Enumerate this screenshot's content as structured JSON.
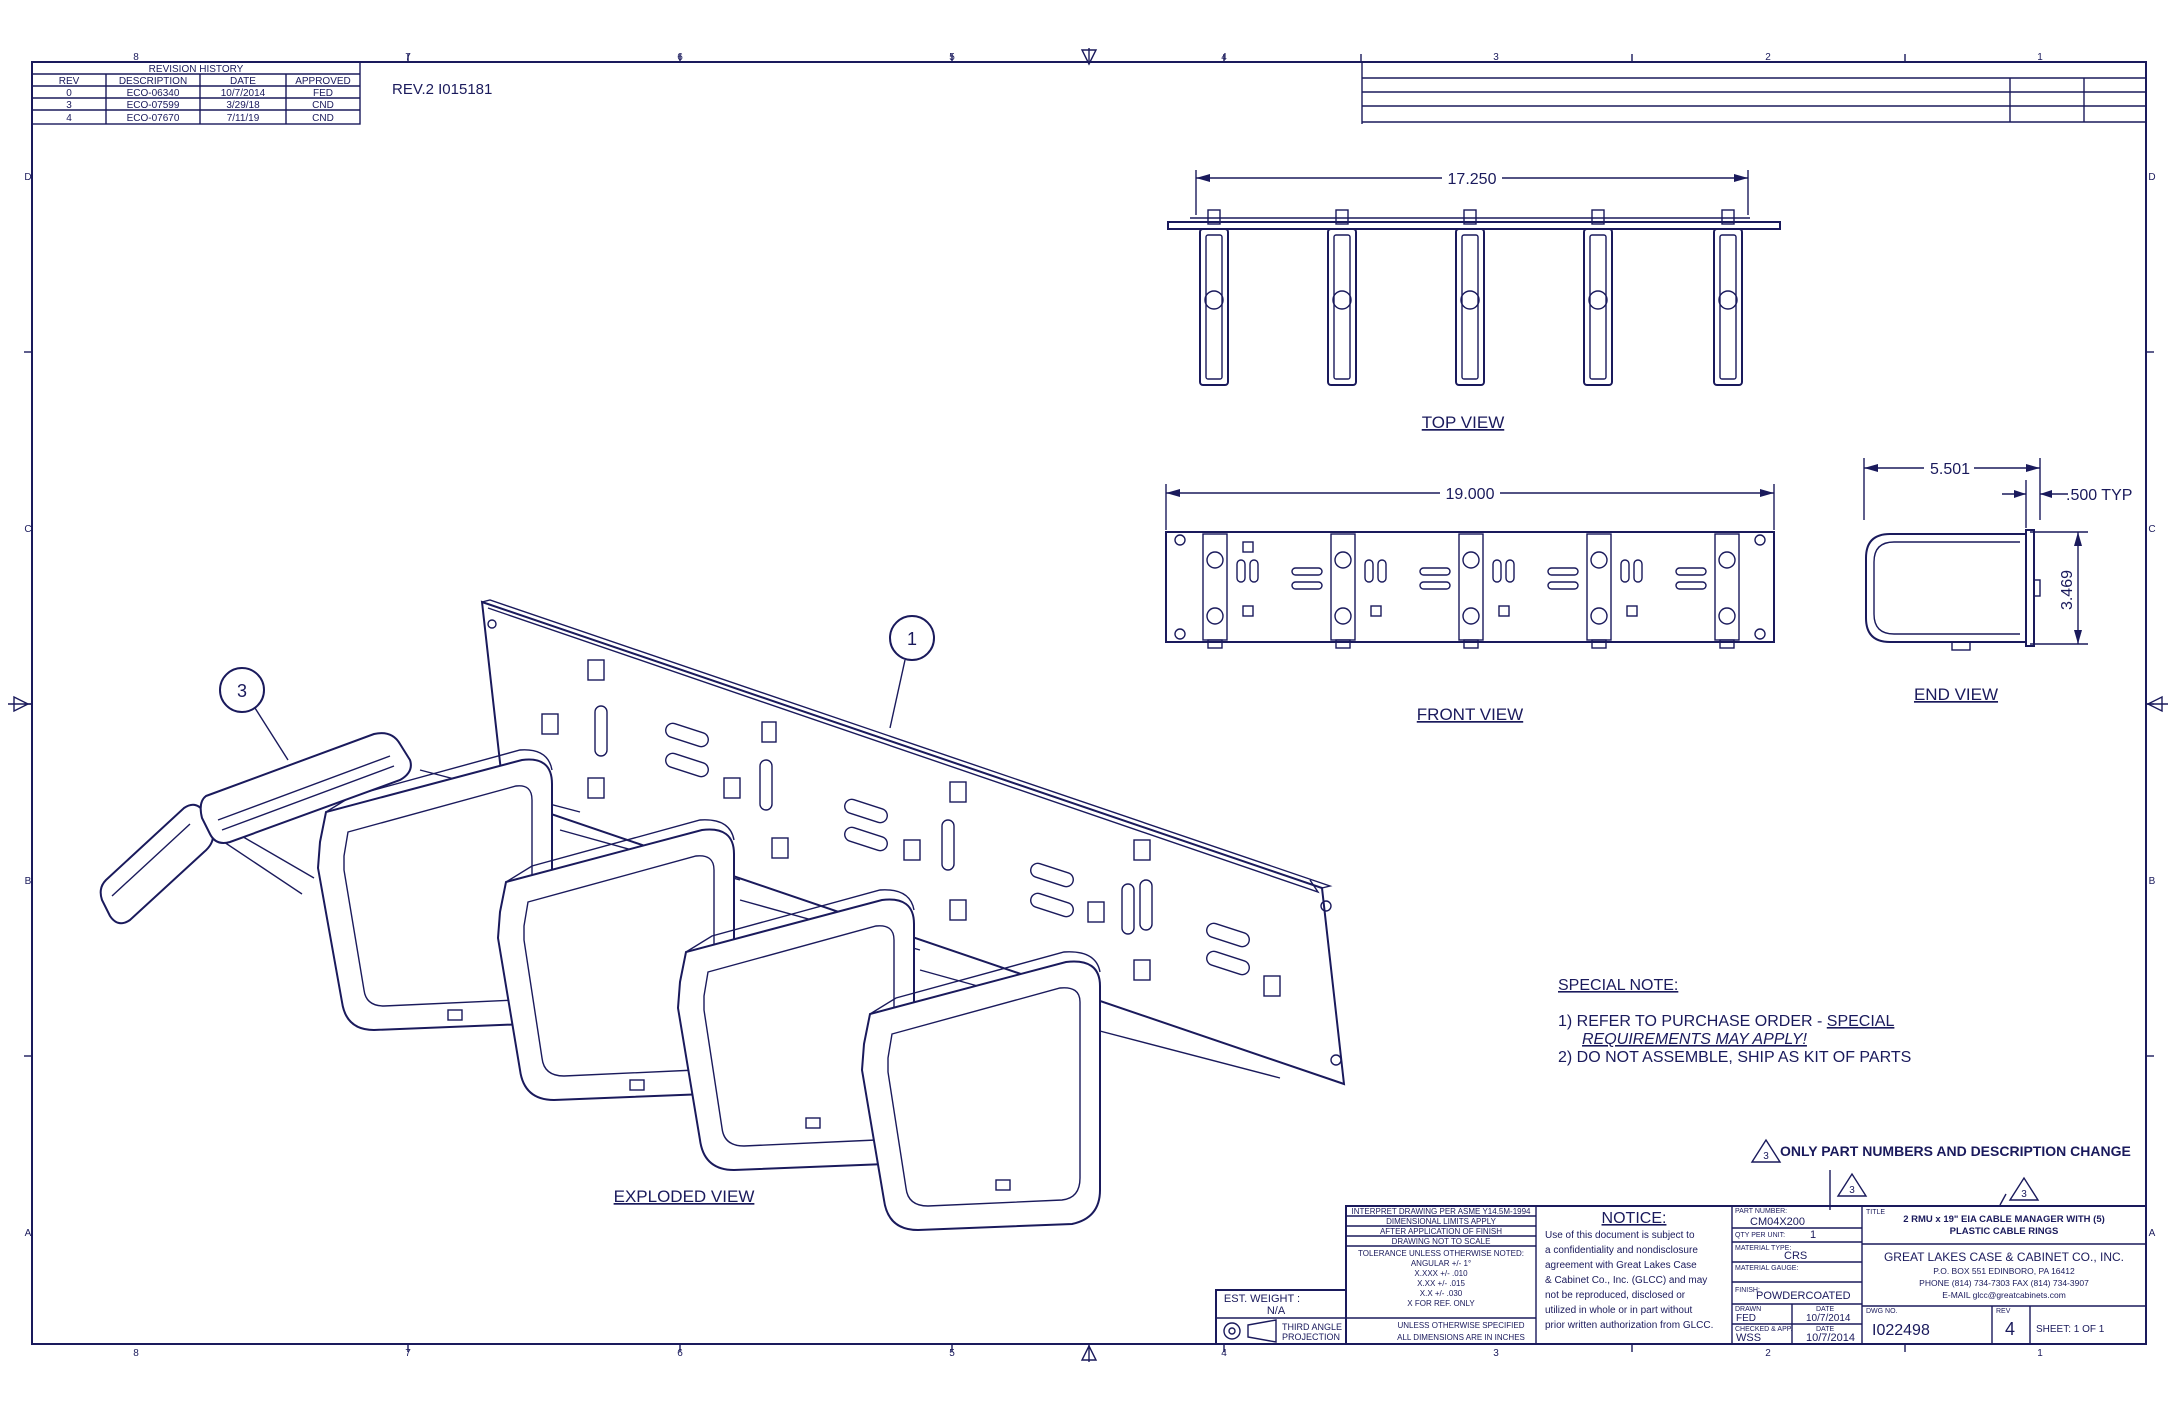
{
  "border": {
    "columns": [
      "8",
      "7",
      "6",
      "5",
      "4",
      "3",
      "2",
      "1"
    ],
    "rows": [
      "D",
      "C",
      "B",
      "A"
    ]
  },
  "revision_history": {
    "title": "REVISION HISTORY",
    "headers": [
      "REV",
      "DESCRIPTION",
      "DATE",
      "APPROVED"
    ],
    "rows": [
      [
        "0",
        "ECO-06340",
        "10/7/2014",
        "FED"
      ],
      [
        "3",
        "ECO-07599",
        "3/29/18",
        "CND"
      ],
      [
        "4",
        "ECO-07670",
        "7/11/19",
        "CND"
      ]
    ]
  },
  "rev_note": "REV.2  I015181",
  "views": {
    "top": "TOP VIEW",
    "front": "FRONT VIEW",
    "end": "END VIEW",
    "exploded": "EXPLODED VIEW"
  },
  "dimensions": {
    "top_width": "17.250",
    "front_width": "19.000",
    "end_width": "5.501",
    "end_typ": ".500 TYP",
    "end_height": "3.469"
  },
  "balloons": [
    "1",
    "3"
  ],
  "special_note": {
    "title": "SPECIAL NOTE:",
    "line1a": "1)  REFER TO PURCHASE ORDER - ",
    "line1b": "SPECIAL",
    "line1c": "REQUIREMENTS MAY APPLY!",
    "line2": "2)  DO NOT ASSEMBLE, SHIP AS KIT OF PARTS"
  },
  "change_note": {
    "delta": "3",
    "text": "ONLY PART NUMBERS AND DESCRIPTION CHANGE"
  },
  "title_block": {
    "interpret": [
      "INTERPRET DRAWING PER ASME Y14.5M-1994",
      "DIMENSIONAL LIMITS APPLY",
      "AFTER APPLICATION OF FINISH",
      "DRAWING NOT TO SCALE",
      "TOLERANCE UNLESS OTHERWISE NOTED:",
      "ANGULAR +/- 1°",
      "X.XXX +/- .010",
      "X.XX +/- .015",
      "X.X +/- .030",
      "X FOR REF. ONLY"
    ],
    "units": [
      "UNLESS OTHERWISE SPECIFIED",
      "ALL DIMENSIONS ARE IN INCHES"
    ],
    "est_weight_label": "EST. WEIGHT :",
    "est_weight_value": "N/A",
    "projection": [
      "THIRD ANGLE",
      "PROJECTION"
    ],
    "notice_title": "NOTICE:",
    "notice_lines": [
      "Use of this document is subject to",
      "a confidentiality and nondisclosure",
      "agreement with Great Lakes Case",
      "& Cabinet Co., Inc. (GLCC) and may",
      "not be reproduced, disclosed or",
      "utilized in whole or in part without",
      "prior written authorization from GLCC."
    ],
    "part_number_label": "PART NUMBER:",
    "part_number": "CM04X200",
    "qty_label": "QTY PER UNIT:",
    "qty": "1",
    "material_type_label": "MATERIAL TYPE:",
    "material_type": "CRS",
    "material_gauge_label": "MATERIAL GAUGE:",
    "material_gauge": "",
    "finish_label": "FINISH:",
    "finish": "POWDERCOATED",
    "drawn_label": "DRAWN",
    "drawn_by": "FED",
    "drawn_date": "10/7/2014",
    "checked_label": "CHECKED & APP.",
    "checked_by": "WSS",
    "checked_date": "10/7/2014",
    "date_label": "DATE",
    "delta": "3",
    "title_label": "TITLE",
    "title_line1": "2 RMU x 19\" EIA CABLE MANAGER WITH (5)",
    "title_line2": "PLASTIC CABLE RINGS",
    "company": "GREAT LAKES CASE & CABINET CO., INC.",
    "address": "P.O. BOX 551 EDINBORO, PA 16412",
    "phone": "PHONE (814) 734-7303 FAX (814) 734-3907",
    "email": "E-MAIL glcc@greatcabinets.com",
    "dwg_label": "DWG NO.",
    "dwg_no": "I022498",
    "rev_label": "REV",
    "rev": "4",
    "sheet": "SHEET: 1  OF  1"
  }
}
